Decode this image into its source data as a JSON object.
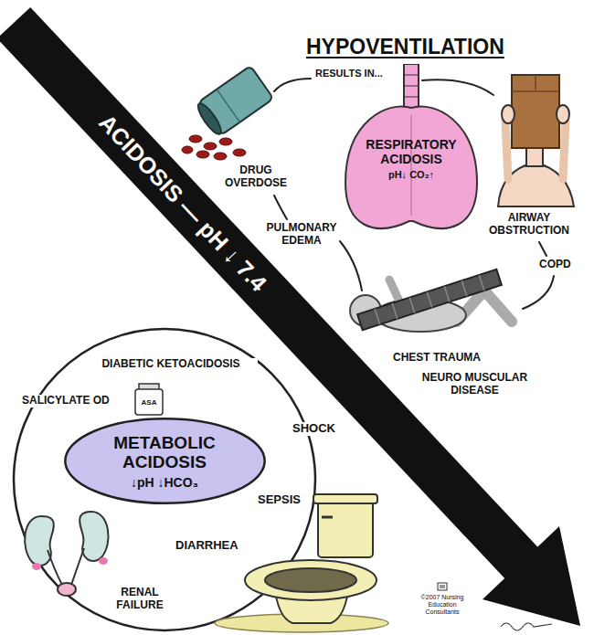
{
  "diagram": {
    "nodes": [
      {
        "text": [
          "RESPIRATORY ACIDOSIS",
          "pH↓ CO₂↑"
        ]
      },
      {
        "text": [
          "METABOLIC ACIDOSIS",
          "↓pH ↓HCO₃"
        ]
      }
    ],
    "labels": [
      "HYPOVENTILATION",
      "RESULTS IN...",
      "DRUG OVERDOSE",
      "PULMONARY EDEMA",
      "AIRWAY OBSTRUCTION",
      "COPD",
      "CHEST TRAUMA",
      "NEURO MUSCULAR DISEASE",
      "ACIDOSIS — pH ↓ 7.4",
      "DIABETIC KETOACIDOSIS",
      "SALICYLATE OD",
      "ASA",
      "SHOCK",
      "SEPSIS",
      "DIARRHEA",
      "RENAL FAILURE",
      "©2007 Nursing Education Consultants"
    ]
  }
}
